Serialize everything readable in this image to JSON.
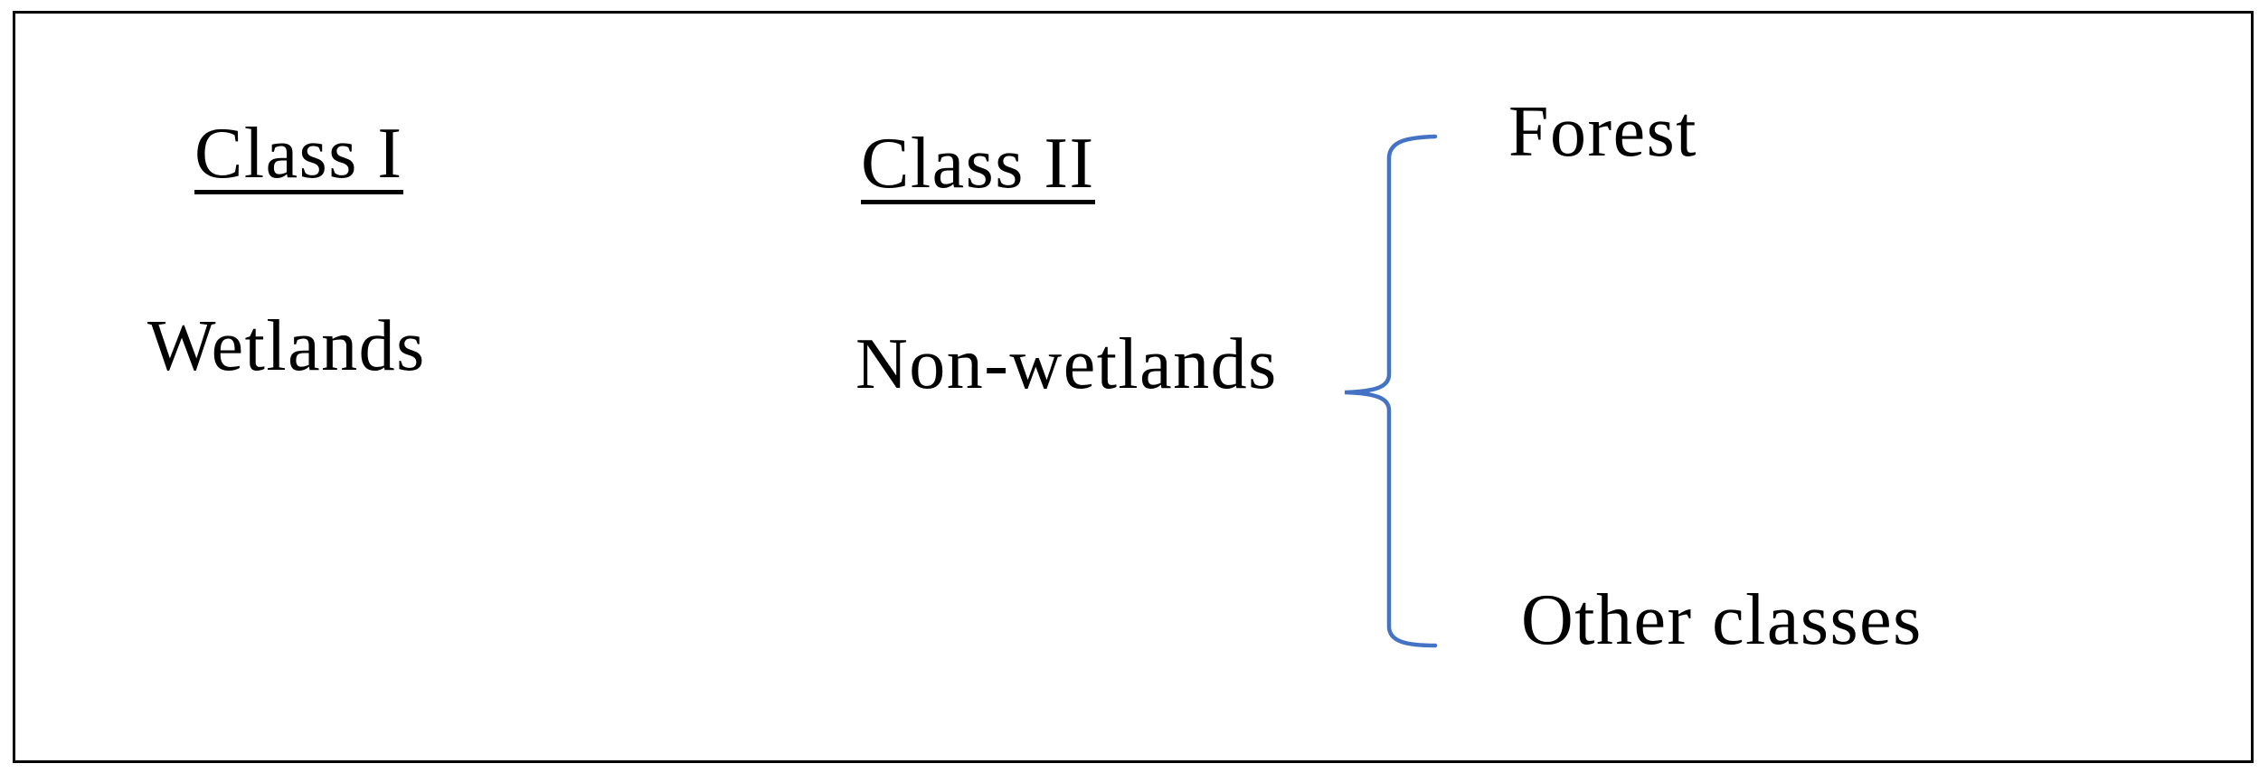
{
  "figure": {
    "columns": [
      {
        "heading": "Class I",
        "item": "Wetlands"
      },
      {
        "heading": "Class II",
        "item": "Non-wetlands"
      }
    ],
    "subclasses": {
      "of": "Non-wetlands",
      "items": [
        "Forest",
        "Other classes"
      ]
    }
  },
  "colors": {
    "brace": "#4472C4",
    "text": "#000000",
    "border": "#000000",
    "background": "#FFFFFF"
  }
}
